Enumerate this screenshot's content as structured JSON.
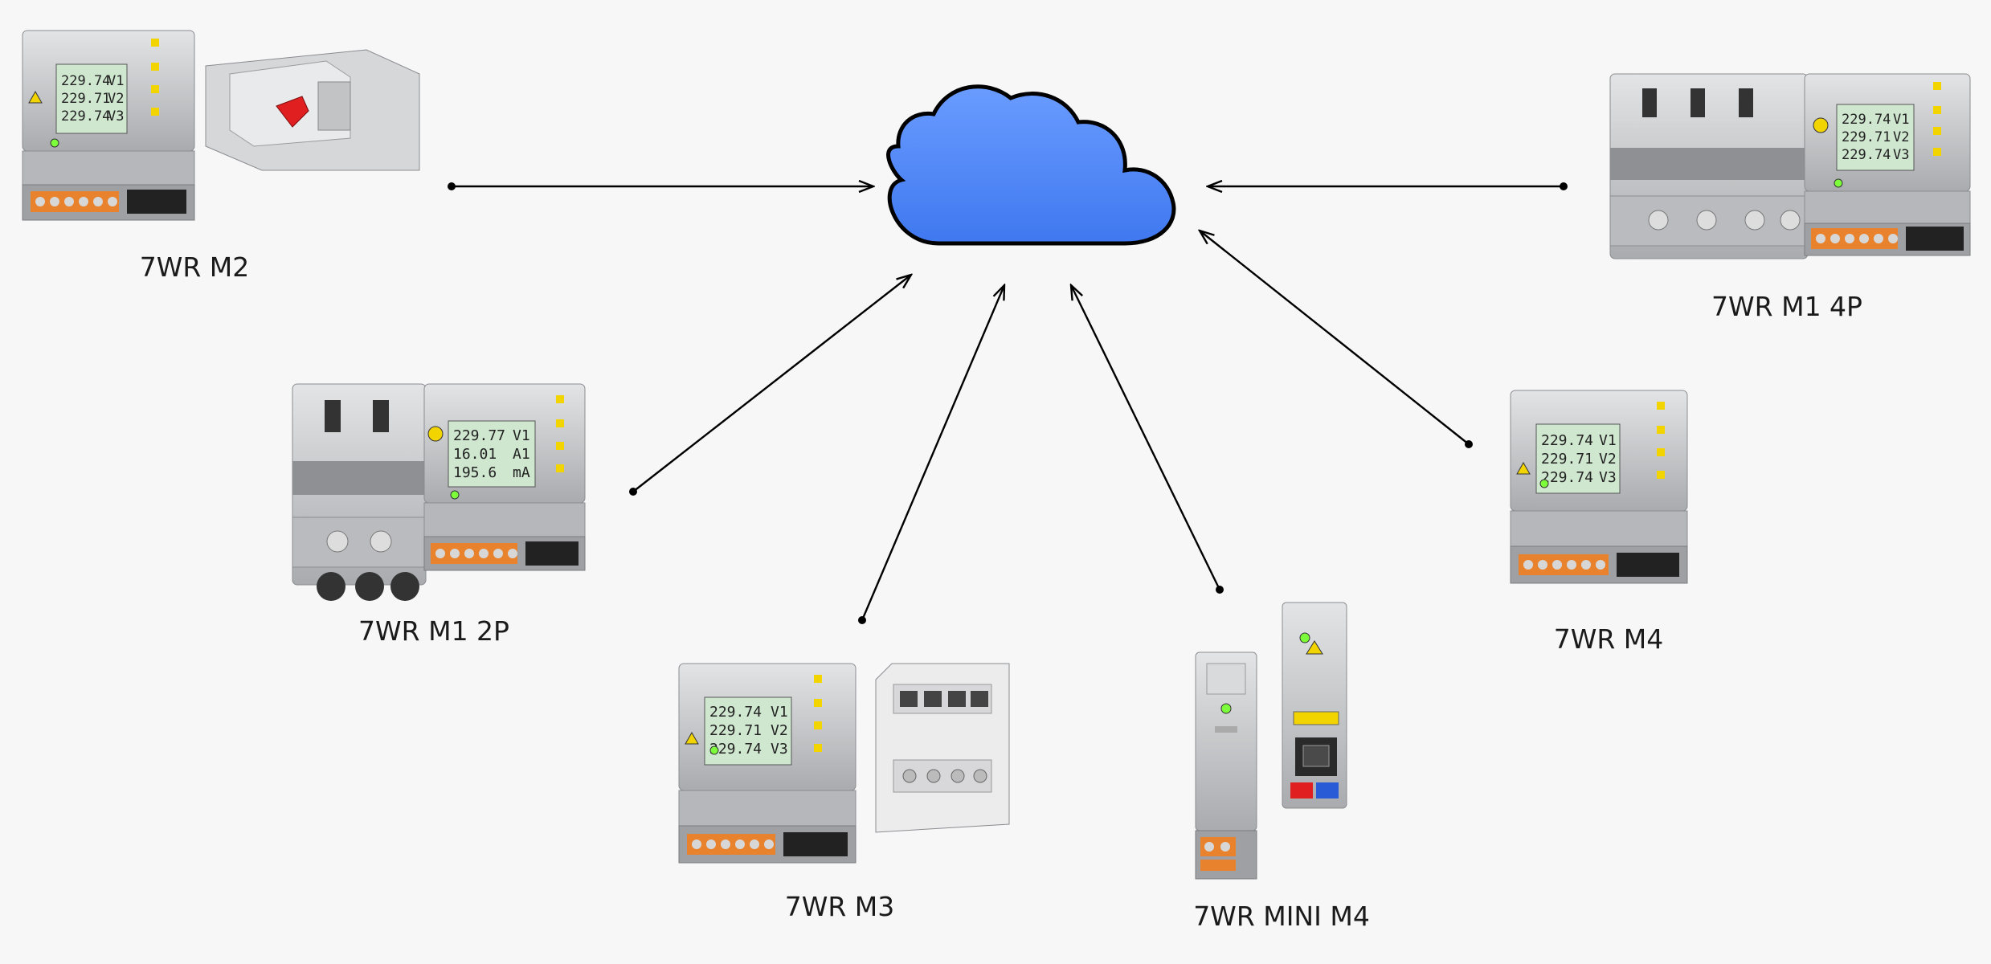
{
  "diagram": {
    "cloud": {
      "fill": "#4f86f7",
      "outline": "#000000"
    },
    "devices": [
      {
        "id": "m2",
        "label": "7WR M2",
        "display": [
          [
            "229.74",
            "V1"
          ],
          [
            "229.71",
            "V2"
          ],
          [
            "229.74",
            "V3"
          ]
        ],
        "accessory": "switch-disconnector"
      },
      {
        "id": "m1-4p",
        "label": "7WR M1 4P",
        "display": [
          [
            "229.74",
            "V1"
          ],
          [
            "229.71",
            "V2"
          ],
          [
            "229.74",
            "V3"
          ]
        ],
        "accessory": "circuit-breaker-4p"
      },
      {
        "id": "m1-2p",
        "label": "7WR M1 2P",
        "display": [
          [
            "229.77",
            "V1"
          ],
          [
            "16.01",
            "A1"
          ],
          [
            "195.6",
            "mA"
          ]
        ],
        "accessory": "circuit-breaker-2p"
      },
      {
        "id": "m4",
        "label": "7WR M4",
        "display": [
          [
            "229.74",
            "V1"
          ],
          [
            "229.71",
            "V2"
          ],
          [
            "229.74",
            "V3"
          ]
        ],
        "accessory": "none"
      },
      {
        "id": "m3",
        "label": "7WR M3",
        "display": [
          [
            "229.74",
            "V1"
          ],
          [
            "229.71",
            "V2"
          ],
          [
            "229.74",
            "V3"
          ]
        ],
        "accessory": "contactor"
      },
      {
        "id": "mini-m4",
        "label": "7WR MINI M4",
        "display": [],
        "accessory": "ethernet-module"
      }
    ]
  },
  "colors": {
    "terminal": "#e8822d",
    "lcd": "#cfe6cf",
    "housing": "#c9cacc",
    "accent": "#e02020"
  }
}
